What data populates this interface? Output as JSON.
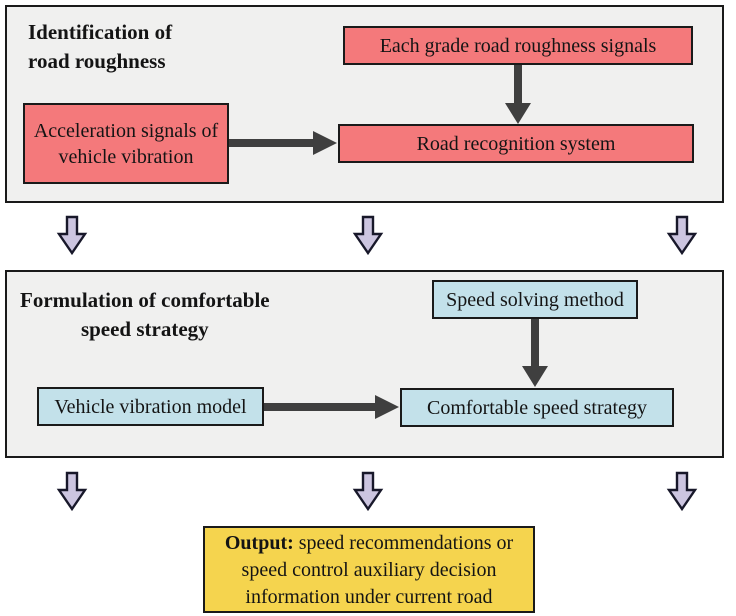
{
  "figure": {
    "type": "flow-diagram",
    "colors": {
      "panel_background": "#f0f0ef",
      "red_box": "#f4797b",
      "blue_box": "#c3e1ea",
      "yellow_box": "#f5d44e",
      "dark_arrow": "#3f3f3f",
      "hollow_arrow_fill": "#ccc5e0",
      "border": "#1a1a1a"
    }
  },
  "panel1": {
    "title_line1": "Identification of",
    "title_line2": "road roughness",
    "boxes": {
      "each_grade": "Each grade road roughness signals",
      "acceleration": "Acceleration signals of vehicle vibration",
      "road_recognition": "Road recognition system"
    }
  },
  "panel2": {
    "title_line1": "Formulation of comfortable",
    "title_line2": "speed strategy",
    "boxes": {
      "speed_solving": "Speed solving method",
      "vehicle_vibration": "Vehicle vibration model",
      "comfortable_speed": "Comfortable speed strategy"
    }
  },
  "output": {
    "bold_label": "Output:",
    "line1_rest": " speed recommendations or",
    "line2": "speed control auxiliary decision",
    "line3": "information under current road"
  }
}
